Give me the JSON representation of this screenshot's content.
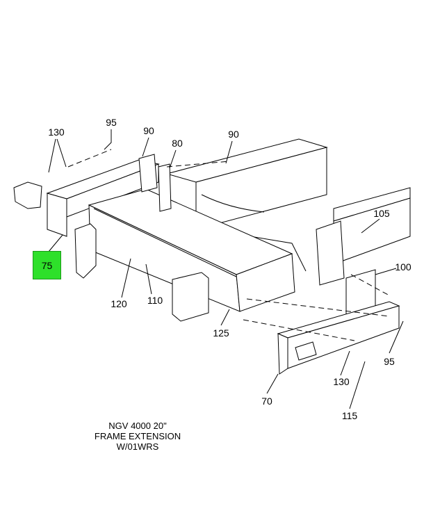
{
  "diagram": {
    "callouts": [
      {
        "id": "c130a",
        "label": "130"
      },
      {
        "id": "c95a",
        "label": "95"
      },
      {
        "id": "c90a",
        "label": "90"
      },
      {
        "id": "c80",
        "label": "80"
      },
      {
        "id": "c90b",
        "label": "90"
      },
      {
        "id": "c105",
        "label": "105"
      },
      {
        "id": "c100",
        "label": "100"
      },
      {
        "id": "c75",
        "label": "75",
        "highlighted": true
      },
      {
        "id": "c120",
        "label": "120"
      },
      {
        "id": "c110",
        "label": "110"
      },
      {
        "id": "c125",
        "label": "125"
      },
      {
        "id": "c95b",
        "label": "95"
      },
      {
        "id": "c130b",
        "label": "130"
      },
      {
        "id": "c70",
        "label": "70"
      },
      {
        "id": "c115",
        "label": "115"
      }
    ],
    "caption": [
      "NGV 4000 20\"",
      "FRAME EXTENSION",
      "W/01WRS"
    ],
    "highlight_color": "#2ee02a"
  }
}
